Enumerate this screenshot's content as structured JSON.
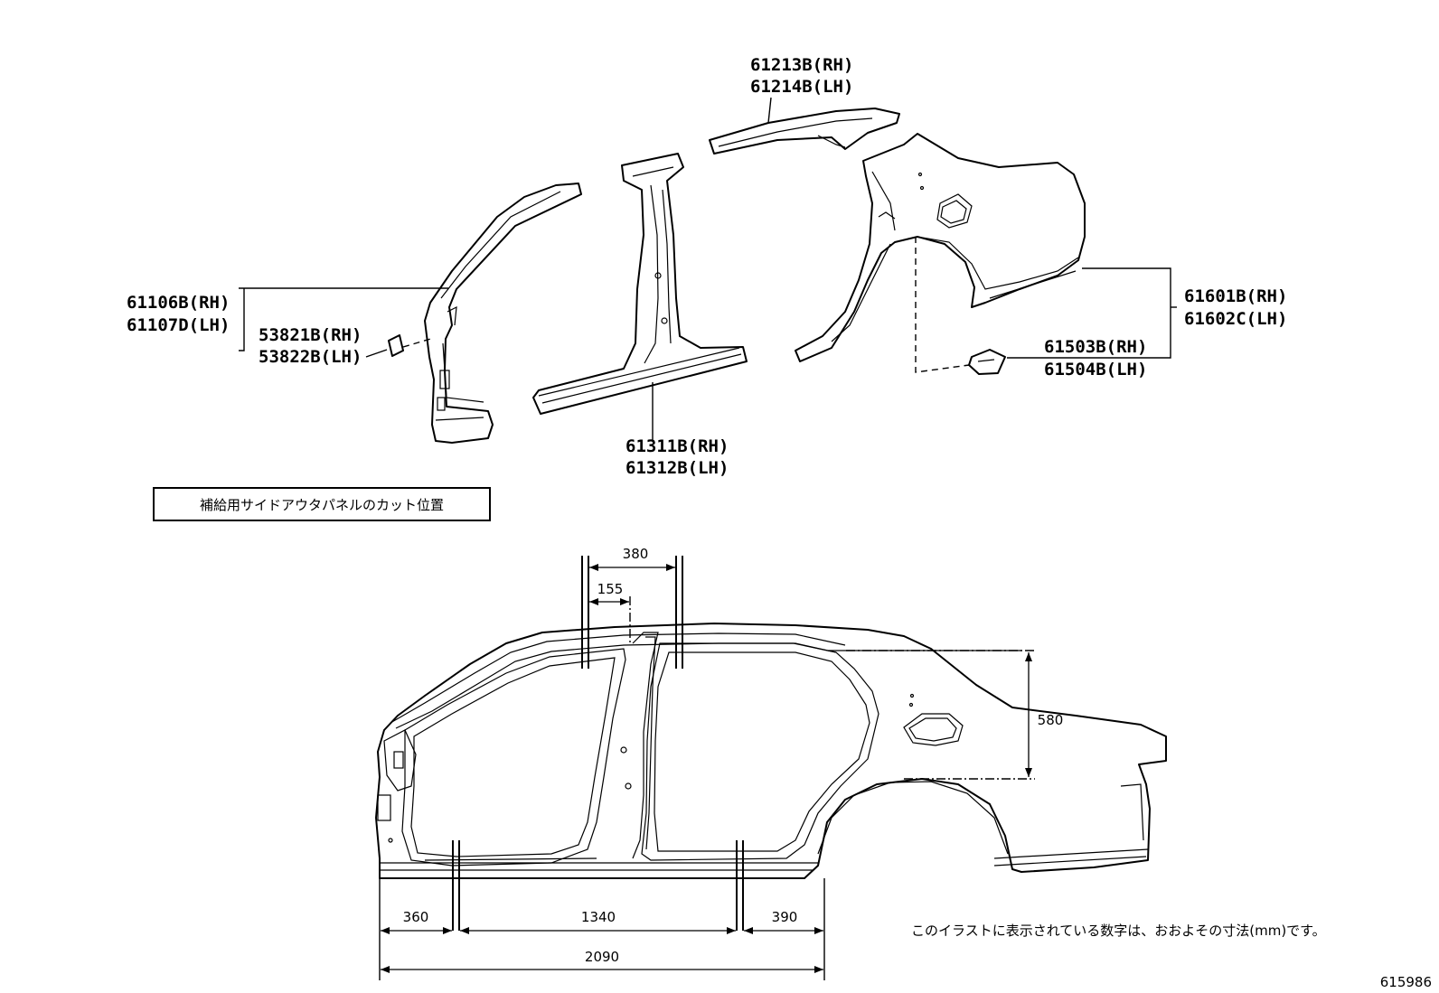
{
  "parts": {
    "roof_side_rail": [
      "61213B(RH)",
      "61214B(LH)"
    ],
    "front_pillar": [
      "61106B(RH)",
      "61107D(LH)"
    ],
    "bracket": [
      "53821B(RH)",
      "53822B(LH)"
    ],
    "rocker_center_pillar": [
      "61311B(RH)",
      "61312B(LH)"
    ],
    "quarter_panel": [
      "61601B(RH)",
      "61602C(LH)"
    ],
    "quarter_bracket": [
      "61503B(RH)",
      "61504B(LH)"
    ]
  },
  "cut_position_title": "補給用サイドアウタパネルのカット位置",
  "dimensions": {
    "d380": "380",
    "d155": "155",
    "d580": "580",
    "d360": "360",
    "d1340": "1340",
    "d390": "390",
    "d2090": "2090"
  },
  "note": "このイラストに表示されている数字は、おおよその寸法(mm)です。",
  "figure_id": "615986"
}
